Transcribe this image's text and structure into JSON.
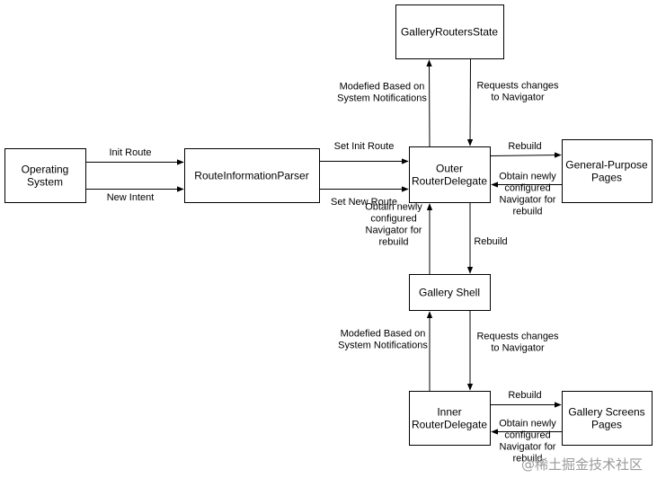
{
  "nodes": {
    "os": [
      "Operating",
      "System"
    ],
    "parser": [
      "RouteInformationParser"
    ],
    "gallery_state": [
      "GalleryRoutersState"
    ],
    "outer": [
      "Outer",
      "RouterDelegate"
    ],
    "general": [
      "General-Purpose",
      "Pages"
    ],
    "shell": [
      "Gallery Shell"
    ],
    "inner": [
      "Inner",
      "RouterDelegate"
    ],
    "screens": [
      "Gallery Screens",
      "Pages"
    ]
  },
  "edges": {
    "init_route": [
      "Init Route"
    ],
    "new_intent": [
      "New Intent"
    ],
    "set_init_route": [
      "Set Init Route"
    ],
    "set_new_route": [
      "Set New Route"
    ],
    "modified_outer": [
      "Modefied Based on",
      "System Notifications"
    ],
    "requests_outer": [
      "Requests changes",
      "to Navigator"
    ],
    "rebuild_outer_general": [
      "Rebuild"
    ],
    "obtain_general_outer": [
      "Obtain newly",
      "configured",
      "Navigator for",
      "rebuild"
    ],
    "rebuild_outer_shell": [
      "Rebuild"
    ],
    "obtain_shell_outer": [
      "Obtain newly",
      "configured",
      "Navigator for",
      "rebuild"
    ],
    "modified_inner": [
      "Modefied Based on",
      "System Notifications"
    ],
    "requests_inner": [
      "Requests changes",
      "to Navigator"
    ],
    "rebuild_inner_screens": [
      "Rebuild"
    ],
    "obtain_screens_inner": [
      "Obtain newly",
      "configured",
      "Navigator for",
      "rebuild"
    ]
  },
  "watermark": "@稀土掘金技术社区"
}
